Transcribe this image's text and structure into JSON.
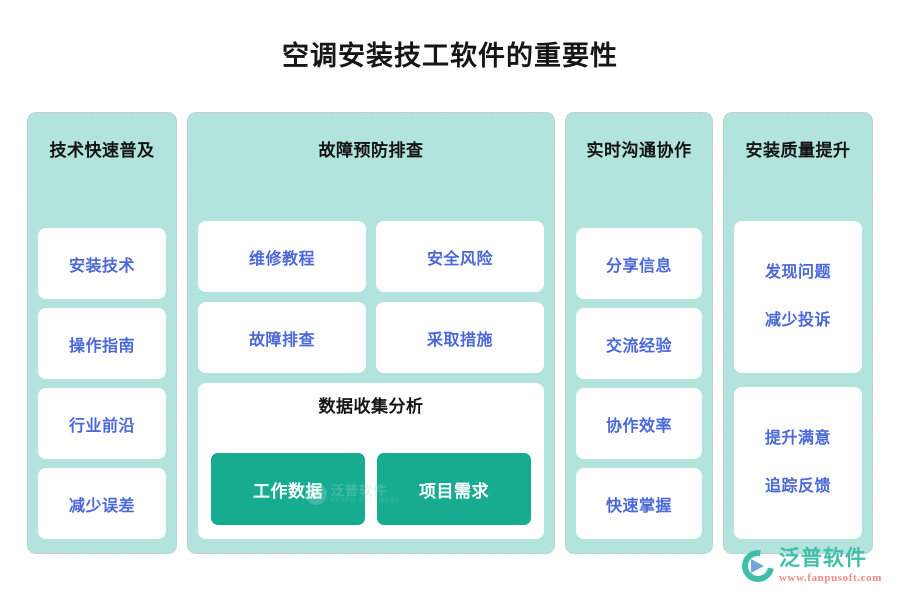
{
  "page": {
    "title": "空调安装技工软件的重要性",
    "background_color": "#ffffff"
  },
  "colors": {
    "column_background": "#b2e3dd",
    "column_border": "#c9c9c9",
    "card_background": "#ffffff",
    "card_text": "#4a68d8",
    "header_text": "#141414",
    "teal_button": "#17ac92",
    "teal_button_text": "#ffffff",
    "brand_teal": "#3fbfa8",
    "brand_url": "#f08a84"
  },
  "columns": [
    {
      "id": "tech-adoption",
      "header": "技术快速普及",
      "layout": "stack",
      "items": [
        {
          "label": "安装技术",
          "style": "white"
        },
        {
          "label": "操作指南",
          "style": "white"
        },
        {
          "label": "行业前沿",
          "style": "white"
        },
        {
          "label": "减少误差",
          "style": "white"
        }
      ]
    },
    {
      "id": "fault-prevention",
      "header": "故障预防排查",
      "layout": "grid-and-subpanel",
      "items": [
        {
          "label": "维修教程",
          "style": "white"
        },
        {
          "label": "安全风险",
          "style": "white"
        },
        {
          "label": "故障排查",
          "style": "white"
        },
        {
          "label": "采取措施",
          "style": "white"
        }
      ],
      "subpanel": {
        "title": "数据收集分析",
        "buttons": [
          {
            "label": "工作数据",
            "style": "teal"
          },
          {
            "label": "项目需求",
            "style": "teal"
          }
        ]
      }
    },
    {
      "id": "realtime-communication",
      "header": "实时沟通协作",
      "layout": "stack",
      "items": [
        {
          "label": "分享信息",
          "style": "white"
        },
        {
          "label": "交流经验",
          "style": "white"
        },
        {
          "label": "协作效率",
          "style": "white"
        },
        {
          "label": "快速掌握",
          "style": "white"
        }
      ]
    },
    {
      "id": "quality-improvement",
      "header": "安装质量提升",
      "layout": "stack-tall",
      "items": [
        {
          "lines": [
            "发现问题",
            "减少投诉"
          ],
          "style": "white"
        },
        {
          "lines": [
            "提升满意",
            "追踪反馈"
          ],
          "style": "white"
        }
      ]
    }
  ],
  "watermark": {
    "name_cn": "泛普软件",
    "name_en": "FANPU SOFTWARE"
  },
  "brand": {
    "name_cn": "泛普软件",
    "url": "www.fanpusoft.com"
  }
}
